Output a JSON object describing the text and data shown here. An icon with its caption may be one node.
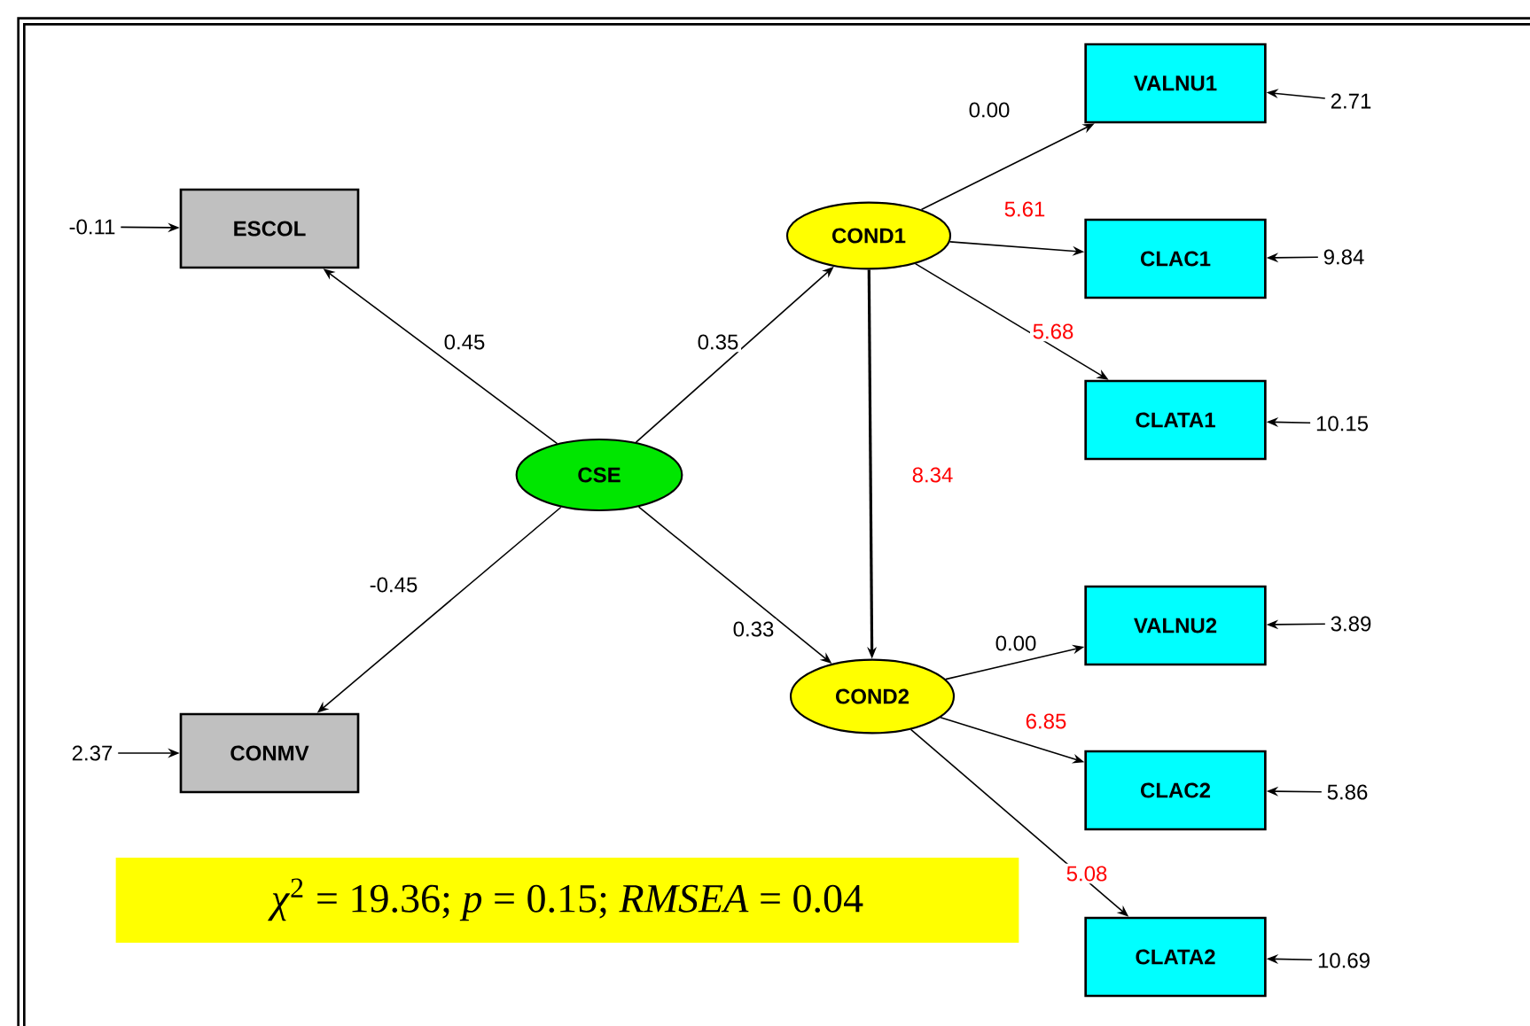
{
  "diagram": {
    "nodes": [
      {
        "text": [
          "ESCOL"
        ]
      },
      {
        "text": [
          "CONMV"
        ]
      },
      {
        "text": [
          "CSE"
        ]
      },
      {
        "text": [
          "COND1"
        ]
      },
      {
        "text": [
          "COND2"
        ]
      },
      {
        "text": [
          "VALNU1"
        ]
      },
      {
        "text": [
          "CLAC1"
        ]
      },
      {
        "text": [
          "CLATA1"
        ]
      },
      {
        "text": [
          "VALNU2"
        ]
      },
      {
        "text": [
          "CLAC2"
        ]
      },
      {
        "text": [
          "CLATA2"
        ]
      },
      {
        "text": [
          "-0.11"
        ]
      },
      {
        "text": [
          "2.37"
        ]
      },
      {
        "text": [
          "2.71"
        ]
      },
      {
        "text": [
          "9.84"
        ]
      },
      {
        "text": [
          "10.15"
        ]
      },
      {
        "text": [
          "3.89"
        ]
      },
      {
        "text": [
          "5.86"
        ]
      },
      {
        "text": [
          "10.69"
        ]
      },
      {
        "text": [
          "*χ*$^{2}$ = 19.36;   *p* = 0.15;   *RMSEA* = 0.04"
        ]
      }
    ],
    "edges": [
      {
        "from": 2,
        "to": 0,
        "arrow": "to",
        "label": "0.45"
      },
      {
        "from": 2,
        "to": 1,
        "arrow": "to",
        "label": "-0.45"
      },
      {
        "from": 2,
        "to": 3,
        "arrow": "to",
        "label": "0.35"
      },
      {
        "from": 2,
        "to": 4,
        "arrow": "to",
        "label": "0.33"
      },
      {
        "from": 3,
        "to": 4,
        "arrow": "to",
        "label": "8.34"
      },
      {
        "from": 3,
        "to": 5,
        "arrow": "to",
        "label": "0.00"
      },
      {
        "from": 3,
        "to": 6,
        "arrow": "to",
        "label": "5.61"
      },
      {
        "from": 3,
        "to": 7,
        "arrow": "to",
        "label": "5.68"
      },
      {
        "from": 4,
        "to": 8,
        "arrow": "to",
        "label": "0.00"
      },
      {
        "from": 4,
        "to": 9,
        "arrow": "to",
        "label": "6.85"
      },
      {
        "from": 4,
        "to": 10,
        "arrow": "to",
        "label": "5.08"
      },
      {
        "from": 11,
        "to": 0,
        "arrow": "to"
      },
      {
        "from": 12,
        "to": 1,
        "arrow": "to"
      },
      {
        "from": 13,
        "to": 5,
        "arrow": "to"
      },
      {
        "from": 14,
        "to": 6,
        "arrow": "to"
      },
      {
        "from": 15,
        "to": 7,
        "arrow": "to"
      },
      {
        "from": 16,
        "to": 8,
        "arrow": "to"
      },
      {
        "from": 17,
        "to": 9,
        "arrow": "to"
      },
      {
        "from": 18,
        "to": 10,
        "arrow": "to"
      }
    ]
  }
}
